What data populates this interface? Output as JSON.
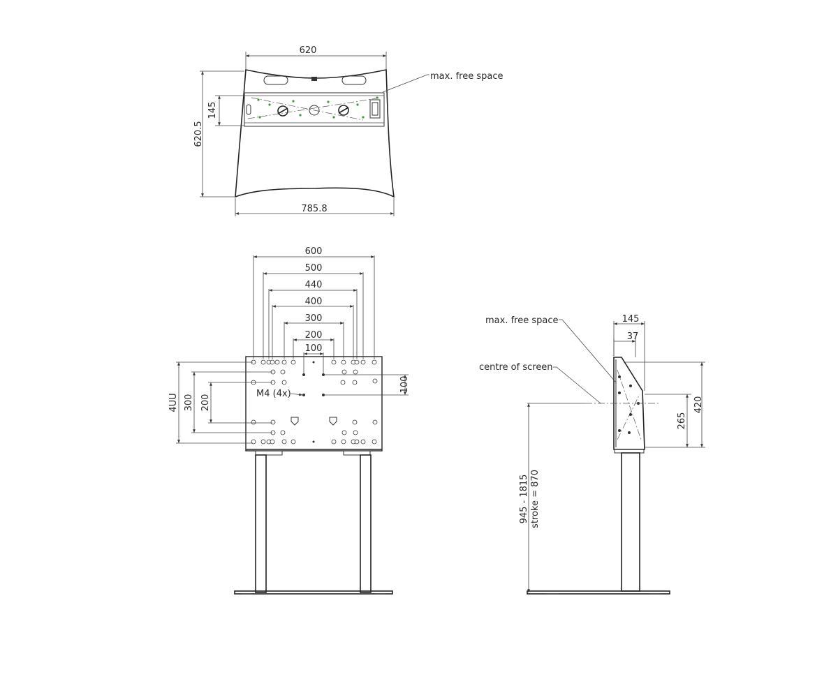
{
  "colors": {
    "line": "#333333",
    "accent_green": "#3a9a3a",
    "background": "#ffffff"
  },
  "top_view": {
    "dim_width_top": "620",
    "dim_depth": "620.5",
    "dim_space_height": "145",
    "dim_width_base": "785.8",
    "label_free_space": "max. free space"
  },
  "front_view": {
    "dims_horizontal": [
      "600",
      "500",
      "440",
      "400",
      "300",
      "200",
      "100"
    ],
    "dim_v_100": "100",
    "dim_v_200": "200",
    "dim_v_300": "300",
    "dim_v_4uu": "4UU",
    "label_m4": "M4 (4x)"
  },
  "side_view": {
    "label_free_space": "max. free space",
    "label_centre": "centre of screen",
    "dim_145": "145",
    "dim_37": "37",
    "dim_420": "420",
    "dim_265": "265",
    "dim_height_range": "945 - 1815",
    "dim_stroke": "stroke = 870"
  }
}
